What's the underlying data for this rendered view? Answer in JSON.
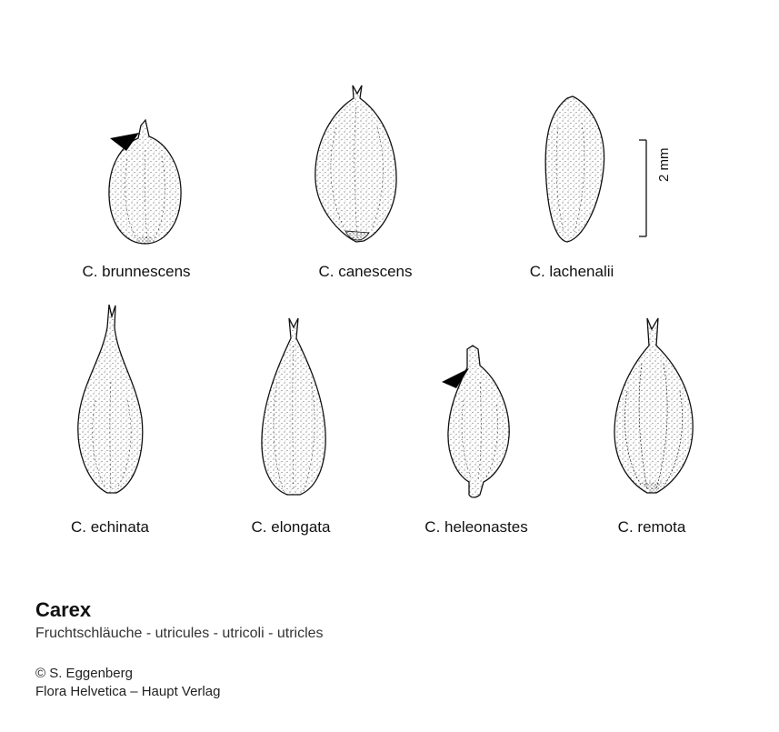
{
  "specimens": [
    {
      "label": "C. brunnescens",
      "arrow": true
    },
    {
      "label": "C. canescens",
      "arrow": false
    },
    {
      "label": "C. lachenalii",
      "arrow": false
    },
    {
      "label": "C. echinata",
      "arrow": false
    },
    {
      "label": "C. elongata",
      "arrow": false
    },
    {
      "label": "C. heleonastes",
      "arrow": true
    },
    {
      "label": "C. remota",
      "arrow": false
    }
  ],
  "scale_bar": {
    "label": "2 mm"
  },
  "caption": {
    "title": "Carex",
    "subtitle": "Fruchtschläuche - utricules - utricoli - utricles",
    "copyright": "© S. Eggenberg",
    "publisher": "Flora Helvetica – Haupt Verlag"
  },
  "colors": {
    "ink": "#111111",
    "background": "#ffffff"
  }
}
